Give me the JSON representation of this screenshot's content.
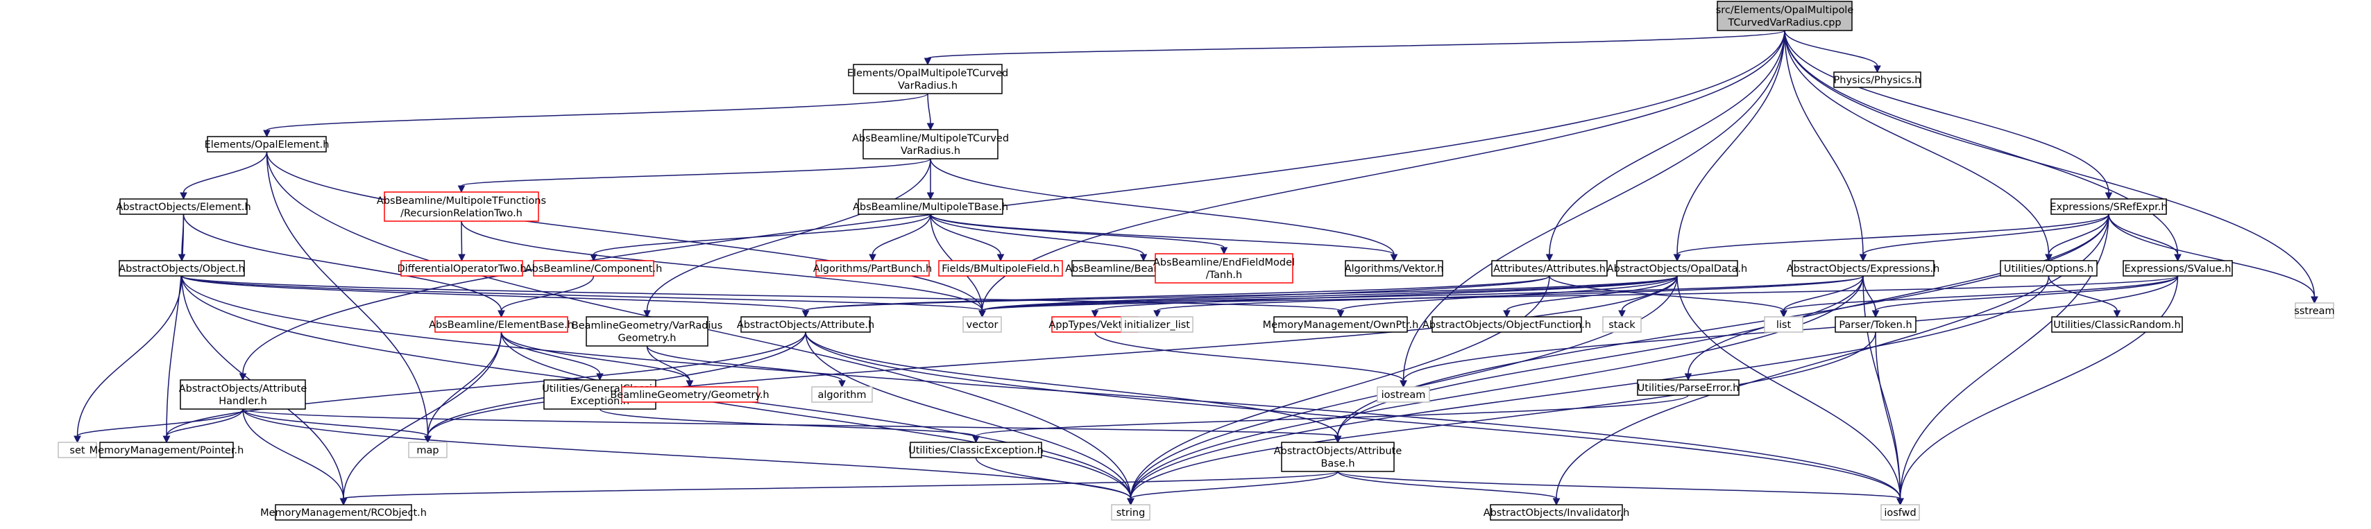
{
  "colors": {
    "edge": "#191970",
    "border_normal": "#000000",
    "border_external": "#ff0000",
    "border_system": "#bfbfbf",
    "root_fill": "#bfbfbf",
    "node_fill": "#ffffff"
  },
  "graph": {
    "nodes": [
      {
        "id": "root",
        "kind": "root",
        "lines": [
          "src/Elements/OpalMultipole",
          "TCurvedVarRadius.cpp"
        ]
      },
      {
        "id": "omtcvr",
        "kind": "normal",
        "lines": [
          "Elements/OpalMultipoleTCurved",
          "VarRadius.h"
        ]
      },
      {
        "id": "physics",
        "kind": "normal",
        "lines": [
          "Physics/Physics.h"
        ]
      },
      {
        "id": "opalelem",
        "kind": "normal",
        "lines": [
          "Elements/OpalElement.h"
        ]
      },
      {
        "id": "mtcvr",
        "kind": "normal",
        "lines": [
          "AbsBeamline/MultipoleTCurved",
          "VarRadius.h"
        ]
      },
      {
        "id": "recursion",
        "kind": "external",
        "lines": [
          "AbsBeamline/MultipoleTFunctions",
          "/RecursionRelationTwo.h"
        ]
      },
      {
        "id": "element",
        "kind": "normal",
        "lines": [
          "AbstractObjects/Element.h"
        ]
      },
      {
        "id": "mtbase",
        "kind": "normal",
        "lines": [
          "AbsBeamline/MultipoleTBase.h"
        ]
      },
      {
        "id": "diffop",
        "kind": "external",
        "lines": [
          "DifferentialOperatorTwo.h"
        ]
      },
      {
        "id": "object",
        "kind": "normal",
        "lines": [
          "AbstractObjects/Object.h"
        ]
      },
      {
        "id": "component",
        "kind": "external",
        "lines": [
          "AbsBeamline/Component.h"
        ]
      },
      {
        "id": "partbunch",
        "kind": "external",
        "lines": [
          "Algorithms/PartBunch.h"
        ]
      },
      {
        "id": "bmfield",
        "kind": "external",
        "lines": [
          "Fields/BMultipoleField.h"
        ]
      },
      {
        "id": "bvisitor",
        "kind": "normal",
        "lines": [
          "AbsBeamline/BeamlineVisitor.h"
        ]
      },
      {
        "id": "endfield",
        "kind": "external",
        "lines": [
          "AbsBeamline/EndFieldModel",
          "/Tanh.h"
        ]
      },
      {
        "id": "algvektor",
        "kind": "normal",
        "lines": [
          "Algorithms/Vektor.h"
        ]
      },
      {
        "id": "attributes",
        "kind": "normal",
        "lines": [
          "Attributes/Attributes.h"
        ]
      },
      {
        "id": "opaldata",
        "kind": "normal",
        "lines": [
          "AbstractObjects/OpalData.h"
        ]
      },
      {
        "id": "expressions",
        "kind": "normal",
        "lines": [
          "AbstractObjects/Expressions.h"
        ]
      },
      {
        "id": "options",
        "kind": "normal",
        "lines": [
          "Utilities/Options.h"
        ]
      },
      {
        "id": "srefexpr",
        "kind": "normal",
        "lines": [
          "Expressions/SRefExpr.h"
        ]
      },
      {
        "id": "svalue",
        "kind": "normal",
        "lines": [
          "Expressions/SValue.h"
        ]
      },
      {
        "id": "sstream",
        "kind": "system",
        "lines": [
          "sstream"
        ]
      },
      {
        "id": "elembase",
        "kind": "external",
        "lines": [
          "AbsBeamline/ElementBase.h"
        ]
      },
      {
        "id": "vrgeom",
        "kind": "normal",
        "lines": [
          "BeamlineGeometry/VarRadius",
          "Geometry.h"
        ]
      },
      {
        "id": "attribute",
        "kind": "normal",
        "lines": [
          "AbstractObjects/Attribute.h"
        ]
      },
      {
        "id": "vector",
        "kind": "system",
        "lines": [
          "vector"
        ]
      },
      {
        "id": "appvektor",
        "kind": "external",
        "lines": [
          "AppTypes/Vektor.h"
        ]
      },
      {
        "id": "initlist",
        "kind": "system",
        "lines": [
          "initializer_list"
        ]
      },
      {
        "id": "ownptr",
        "kind": "normal",
        "lines": [
          "MemoryManagement/OwnPtr.h"
        ]
      },
      {
        "id": "objfunc",
        "kind": "normal",
        "lines": [
          "AbstractObjects/ObjectFunction.h"
        ]
      },
      {
        "id": "stack",
        "kind": "system",
        "lines": [
          "stack"
        ]
      },
      {
        "id": "list",
        "kind": "system",
        "lines": [
          "list"
        ]
      },
      {
        "id": "token",
        "kind": "normal",
        "lines": [
          "Parser/Token.h"
        ]
      },
      {
        "id": "classicrandom",
        "kind": "normal",
        "lines": [
          "Utilities/ClassicRandom.h"
        ]
      },
      {
        "id": "attrhandler",
        "kind": "normal",
        "lines": [
          "AbstractObjects/Attribute",
          "Handler.h"
        ]
      },
      {
        "id": "genclassicexc",
        "kind": "normal",
        "lines": [
          "Utilities/GeneralClassic",
          "Exception.h"
        ]
      },
      {
        "id": "geometry",
        "kind": "external",
        "lines": [
          "BeamlineGeometry/Geometry.h"
        ]
      },
      {
        "id": "algorithm",
        "kind": "system",
        "lines": [
          "algorithm"
        ]
      },
      {
        "id": "iostream",
        "kind": "system",
        "lines": [
          "iostream"
        ]
      },
      {
        "id": "parseerror",
        "kind": "normal",
        "lines": [
          "Utilities/ParseError.h"
        ]
      },
      {
        "id": "set",
        "kind": "system",
        "lines": [
          "set"
        ]
      },
      {
        "id": "map",
        "kind": "system",
        "lines": [
          "map"
        ]
      },
      {
        "id": "pointer",
        "kind": "normal",
        "lines": [
          "MemoryManagement/Pointer.h"
        ]
      },
      {
        "id": "classicexc",
        "kind": "normal",
        "lines": [
          "Utilities/ClassicException.h"
        ]
      },
      {
        "id": "attrbase",
        "kind": "normal",
        "lines": [
          "AbstractObjects/Attribute",
          "Base.h"
        ]
      },
      {
        "id": "rcobject",
        "kind": "normal",
        "lines": [
          "MemoryManagement/RCObject.h"
        ]
      },
      {
        "id": "string",
        "kind": "system",
        "lines": [
          "string"
        ]
      },
      {
        "id": "invalidator",
        "kind": "normal",
        "lines": [
          "AbstractObjects/Invalidator.h"
        ]
      },
      {
        "id": "iosfwd",
        "kind": "system",
        "lines": [
          "iosfwd"
        ]
      }
    ],
    "edges": [
      [
        "root",
        "omtcvr"
      ],
      [
        "root",
        "physics"
      ],
      [
        "root",
        "vector"
      ],
      [
        "root",
        "attrhandler"
      ],
      [
        "root",
        "attributes"
      ],
      [
        "root",
        "opaldata"
      ],
      [
        "root",
        "expressions"
      ],
      [
        "root",
        "options"
      ],
      [
        "root",
        "srefexpr"
      ],
      [
        "root",
        "svalue"
      ],
      [
        "root",
        "sstream"
      ],
      [
        "root",
        "iostream"
      ],
      [
        "omtcvr",
        "opalelem"
      ],
      [
        "omtcvr",
        "mtcvr"
      ],
      [
        "opalelem",
        "element"
      ],
      [
        "opalelem",
        "vector"
      ],
      [
        "opalelem",
        "map"
      ],
      [
        "opalelem",
        "string"
      ],
      [
        "mtcvr",
        "recursion"
      ],
      [
        "mtcvr",
        "mtbase"
      ],
      [
        "mtcvr",
        "algvektor"
      ],
      [
        "mtcvr",
        "vrgeom"
      ],
      [
        "recursion",
        "diffop"
      ],
      [
        "recursion",
        "vector"
      ],
      [
        "element",
        "object"
      ],
      [
        "element",
        "elembase"
      ],
      [
        "element",
        "pointer"
      ],
      [
        "object",
        "attribute"
      ],
      [
        "object",
        "ownptr"
      ],
      [
        "object",
        "set"
      ],
      [
        "object",
        "rcobject"
      ],
      [
        "object",
        "string"
      ],
      [
        "object",
        "iosfwd"
      ],
      [
        "object",
        "vector"
      ],
      [
        "mtbase",
        "component"
      ],
      [
        "mtbase",
        "partbunch"
      ],
      [
        "mtbase",
        "bmfield"
      ],
      [
        "mtbase",
        "bvisitor"
      ],
      [
        "mtbase",
        "endfield"
      ],
      [
        "mtbase",
        "algvektor"
      ],
      [
        "mtbase",
        "vector"
      ],
      [
        "component",
        "elembase"
      ],
      [
        "elembase",
        "geometry"
      ],
      [
        "elembase",
        "genclassicexc"
      ],
      [
        "elembase",
        "map"
      ],
      [
        "elembase",
        "rcobject"
      ],
      [
        "elembase",
        "string"
      ],
      [
        "vrgeom",
        "geometry"
      ],
      [
        "vrgeom",
        "algorithm"
      ],
      [
        "attribute",
        "attrbase"
      ],
      [
        "attribute",
        "pointer"
      ],
      [
        "attribute",
        "string"
      ],
      [
        "attribute",
        "iosfwd"
      ],
      [
        "attribute",
        "map"
      ],
      [
        "attributes",
        "attribute"
      ],
      [
        "attributes",
        "vector"
      ],
      [
        "attributes",
        "list"
      ],
      [
        "attributes",
        "string"
      ],
      [
        "opaldata",
        "objfunc"
      ],
      [
        "opaldata",
        "ownptr"
      ],
      [
        "opaldata",
        "stack"
      ],
      [
        "opaldata",
        "vector"
      ],
      [
        "opaldata",
        "iosfwd"
      ],
      [
        "opaldata",
        "map"
      ],
      [
        "opaldata",
        "appvektor"
      ],
      [
        "opaldata",
        "attribute"
      ],
      [
        "opaldata",
        "string"
      ],
      [
        "expressions",
        "token"
      ],
      [
        "expressions",
        "list"
      ],
      [
        "expressions",
        "vector"
      ],
      [
        "expressions",
        "iosfwd"
      ],
      [
        "expressions",
        "string"
      ],
      [
        "expressions",
        "initlist"
      ],
      [
        "expressions",
        "attrbase"
      ],
      [
        "options",
        "classicrandom"
      ],
      [
        "options",
        "string"
      ],
      [
        "srefexpr",
        "svalue"
      ],
      [
        "srefexpr",
        "opaldata"
      ],
      [
        "srefexpr",
        "expressions"
      ],
      [
        "srefexpr",
        "options"
      ],
      [
        "srefexpr",
        "sstream"
      ],
      [
        "srefexpr",
        "iosfwd"
      ],
      [
        "srefexpr",
        "parseerror"
      ],
      [
        "srefexpr",
        "invalidator"
      ],
      [
        "srefexpr",
        "attrbase"
      ],
      [
        "svalue",
        "token"
      ],
      [
        "svalue",
        "list"
      ],
      [
        "svalue",
        "vector"
      ],
      [
        "svalue",
        "iosfwd"
      ],
      [
        "svalue",
        "iostream"
      ],
      [
        "token",
        "string"
      ],
      [
        "token",
        "iosfwd"
      ],
      [
        "appvektor",
        "iostream"
      ],
      [
        "attrhandler",
        "map"
      ],
      [
        "attrhandler",
        "set"
      ],
      [
        "attrhandler",
        "pointer"
      ],
      [
        "attrhandler",
        "rcobject"
      ],
      [
        "attrhandler",
        "string"
      ],
      [
        "attrhandler",
        "attrbase"
      ],
      [
        "genclassicexc",
        "classicexc"
      ],
      [
        "classicexc",
        "string"
      ],
      [
        "parseerror",
        "classicexc"
      ],
      [
        "attrbase",
        "rcobject"
      ],
      [
        "attrbase",
        "invalidator"
      ],
      [
        "attrbase",
        "string"
      ],
      [
        "attrbase",
        "iosfwd"
      ]
    ]
  }
}
